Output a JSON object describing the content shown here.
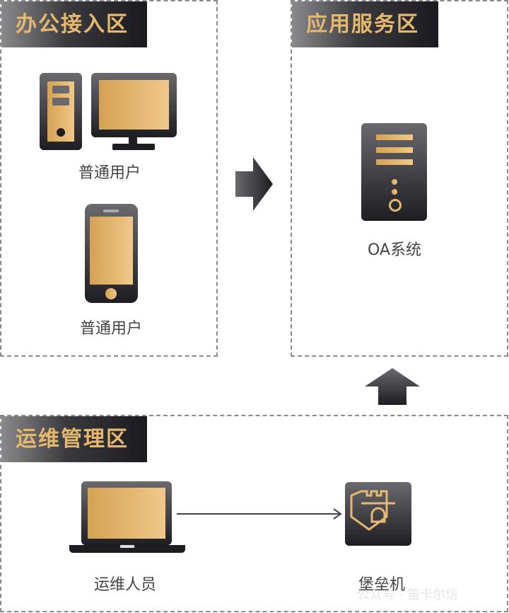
{
  "zones": {
    "office": {
      "title": "办公接入区",
      "users": [
        {
          "label": "普通用户",
          "icon": "desktop-computer-icon"
        },
        {
          "label": "普通用户",
          "icon": "smartphone-icon"
        }
      ]
    },
    "app": {
      "title": "应用服务区",
      "server": {
        "label": "OA系统",
        "icon": "server-icon"
      }
    },
    "ops": {
      "title": "运维管理区",
      "operator": {
        "label": "运维人员",
        "icon": "laptop-icon"
      },
      "bastion": {
        "label": "堡垒机",
        "icon": "castle-shield-icon"
      }
    }
  },
  "watermark": "公众号 · 笛卡尔信",
  "colors": {
    "gold": "#e4b86e",
    "dark": "#1e1e22",
    "border": "#8a8a8a"
  }
}
